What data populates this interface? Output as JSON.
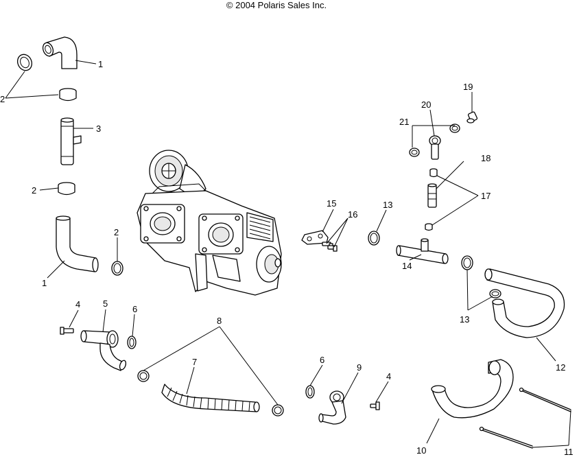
{
  "copyright": "© 2004 Polaris Sales Inc.",
  "callouts": {
    "c1a": "1",
    "c1b": "1",
    "c2a": "2",
    "c2b": "2",
    "c2c": "2",
    "c3": "3",
    "c4a": "4",
    "c4b": "4",
    "c5": "5",
    "c6a": "6",
    "c6b": "6",
    "c7": "7",
    "c8": "8",
    "c9": "9",
    "c10": "10",
    "c11": "11",
    "c12": "12",
    "c13a": "13",
    "c13b": "13",
    "c14": "14",
    "c15": "15",
    "c16": "16",
    "c17": "17",
    "c18": "18",
    "c19": "19",
    "c20": "20",
    "c21": "21"
  }
}
